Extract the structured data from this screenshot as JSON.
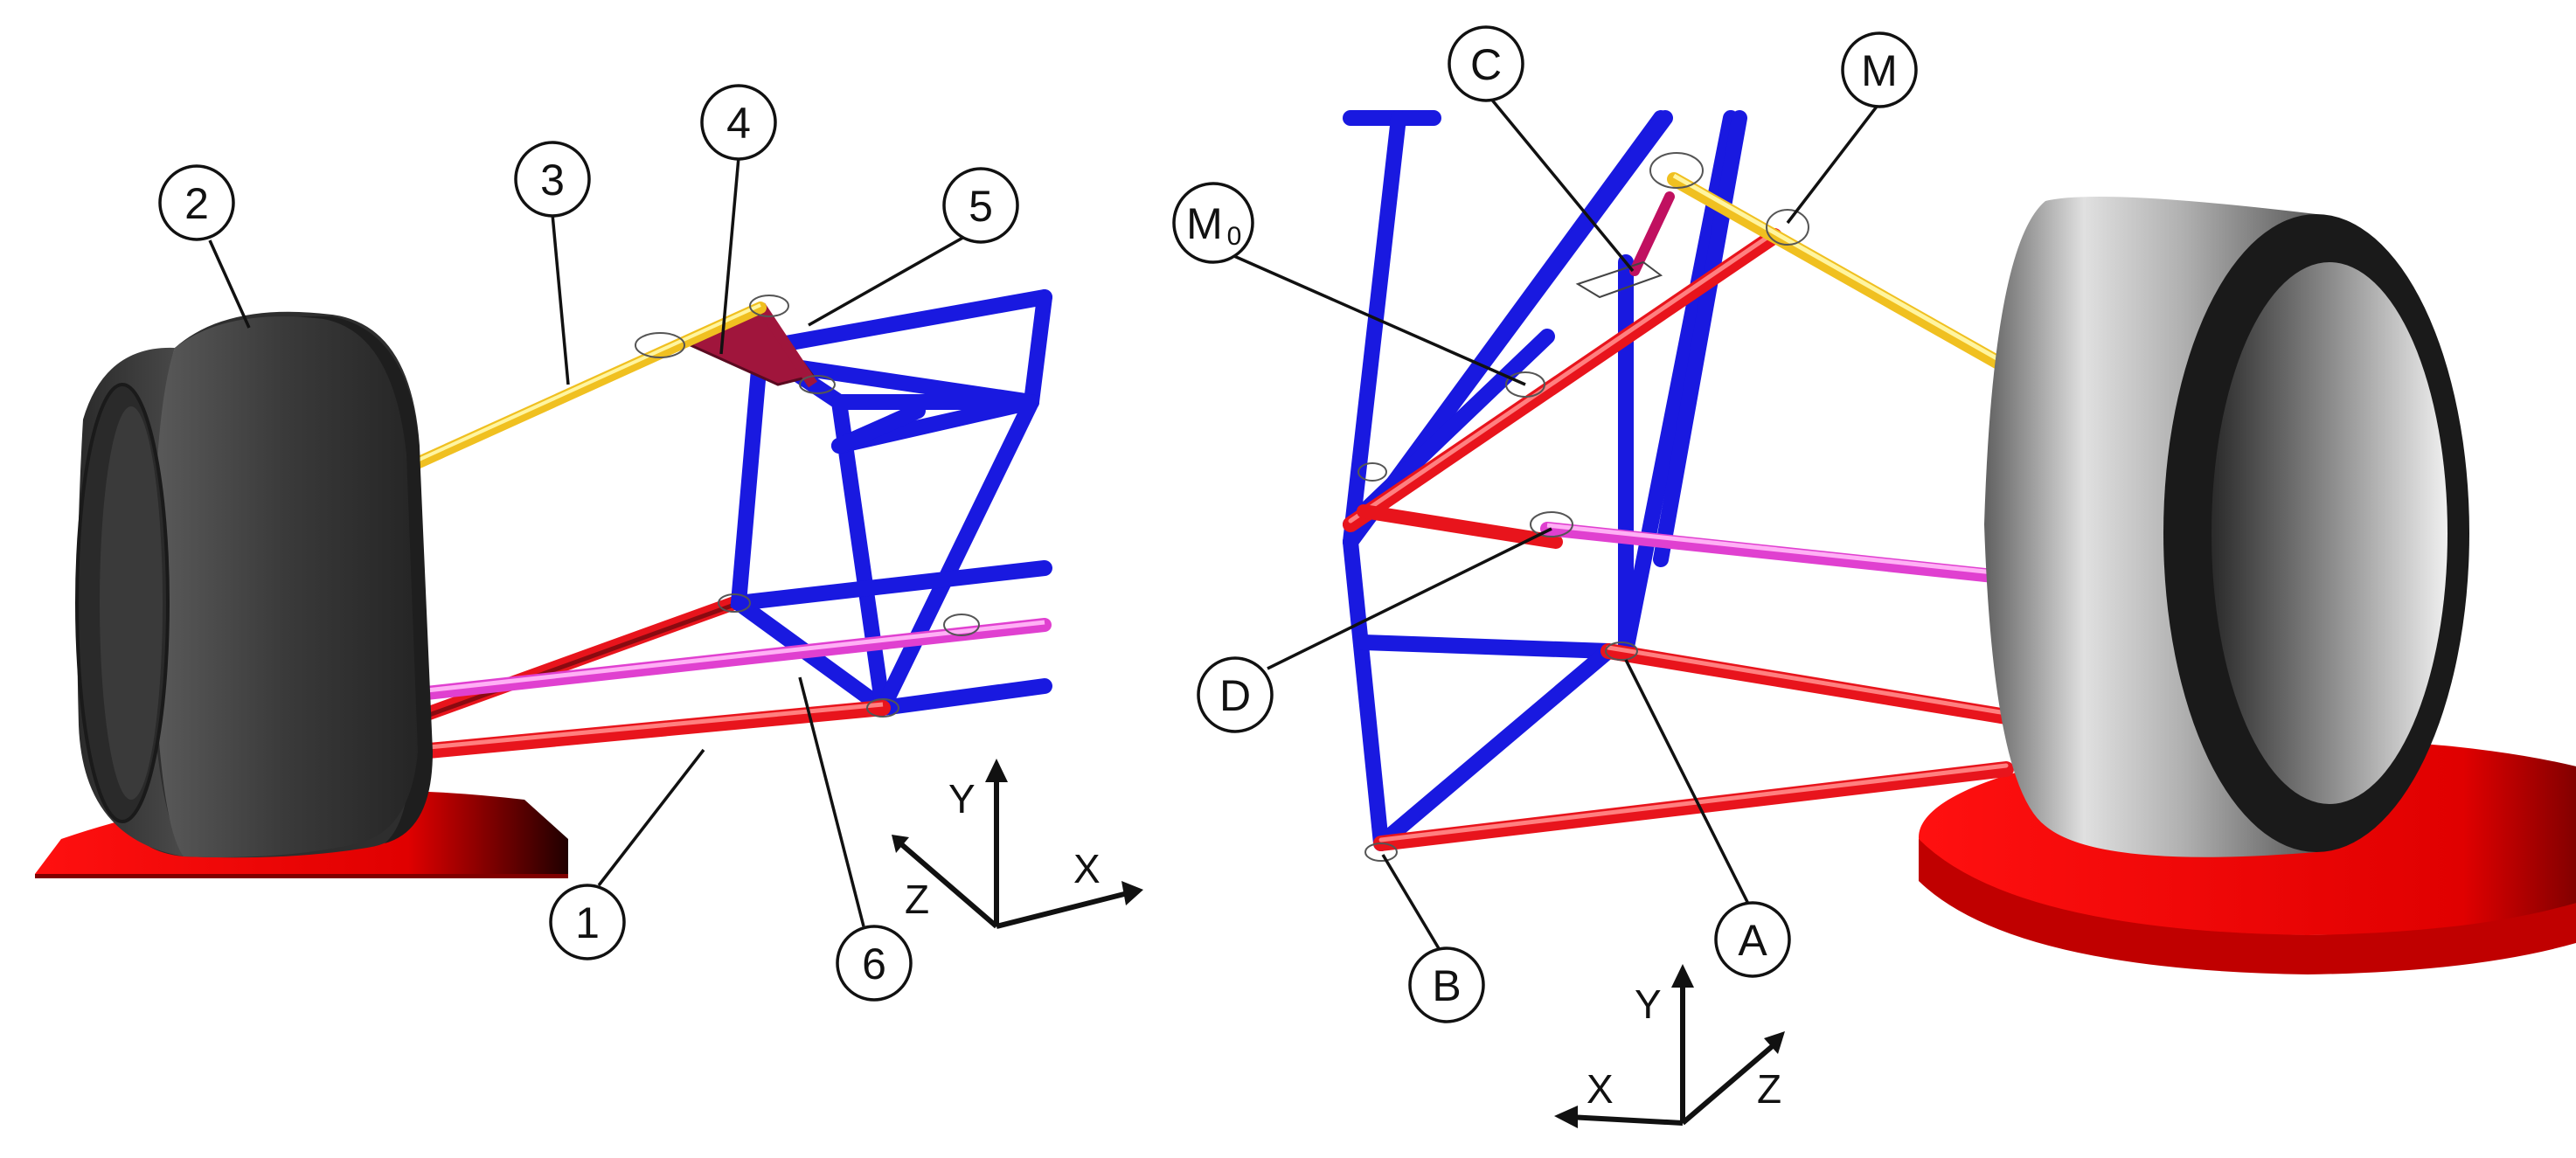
{
  "colors": {
    "frame": "#1919e0",
    "lower_arm": "#e8141c",
    "tie_rod": "#e040d0",
    "push_rod": "#f0c020",
    "rocker": "#a0153c",
    "ground": "#ff0000",
    "tire_dark": "#3c3c3c",
    "tire_light": "#d8d8d8"
  },
  "left_view": {
    "labels": [
      "1",
      "2",
      "3",
      "4",
      "5",
      "6"
    ],
    "axes": {
      "x": "X",
      "y": "Y",
      "z": "Z"
    }
  },
  "right_view": {
    "labels": {
      "A": "A",
      "B": "B",
      "C": "C",
      "D": "D",
      "M": "M",
      "M0_main": "M",
      "M0_sub": "0"
    },
    "axes": {
      "x": "X",
      "y": "Y",
      "z": "Z"
    }
  }
}
